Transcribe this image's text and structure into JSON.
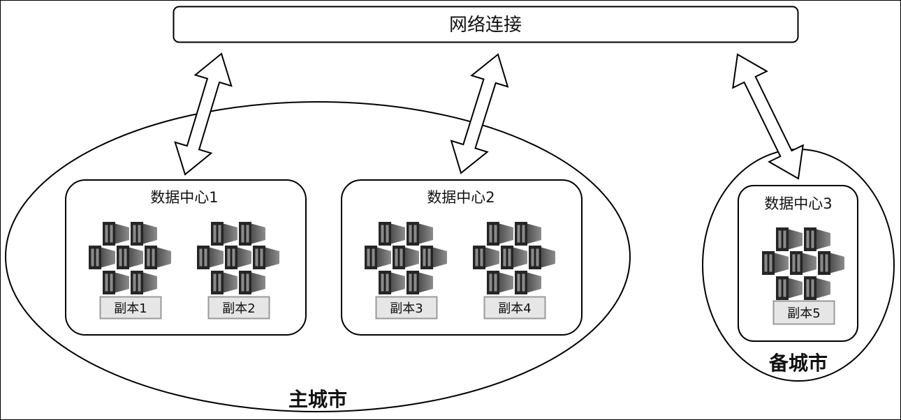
{
  "network": {
    "label": "网络连接"
  },
  "main_city": {
    "label": "主城市",
    "data_centers": [
      {
        "label": "数据中心1",
        "replicas": [
          "副本1",
          "副本2"
        ]
      },
      {
        "label": "数据中心2",
        "replicas": [
          "副本3",
          "副本4"
        ]
      }
    ]
  },
  "backup_city": {
    "label": "备城市",
    "data_centers": [
      {
        "label": "数据中心3",
        "replicas": [
          "副本5"
        ]
      }
    ]
  },
  "connections": [
    {
      "from": "网络连接",
      "to": "数据中心1",
      "type": "bidirectional"
    },
    {
      "from": "网络连接",
      "to": "数据中心2",
      "type": "bidirectional"
    },
    {
      "from": "网络连接",
      "to": "数据中心3",
      "type": "bidirectional"
    }
  ],
  "icons": {
    "server": "server-container-icon",
    "arrow": "double-arrow-icon"
  },
  "colors": {
    "stroke": "#000000",
    "replica_fill": "#e6e6e6",
    "replica_border": "#9a9a9a",
    "server_front": "#2b2b2b",
    "server_side": "#6a6a6a",
    "server_door": "#8a8a8a"
  }
}
